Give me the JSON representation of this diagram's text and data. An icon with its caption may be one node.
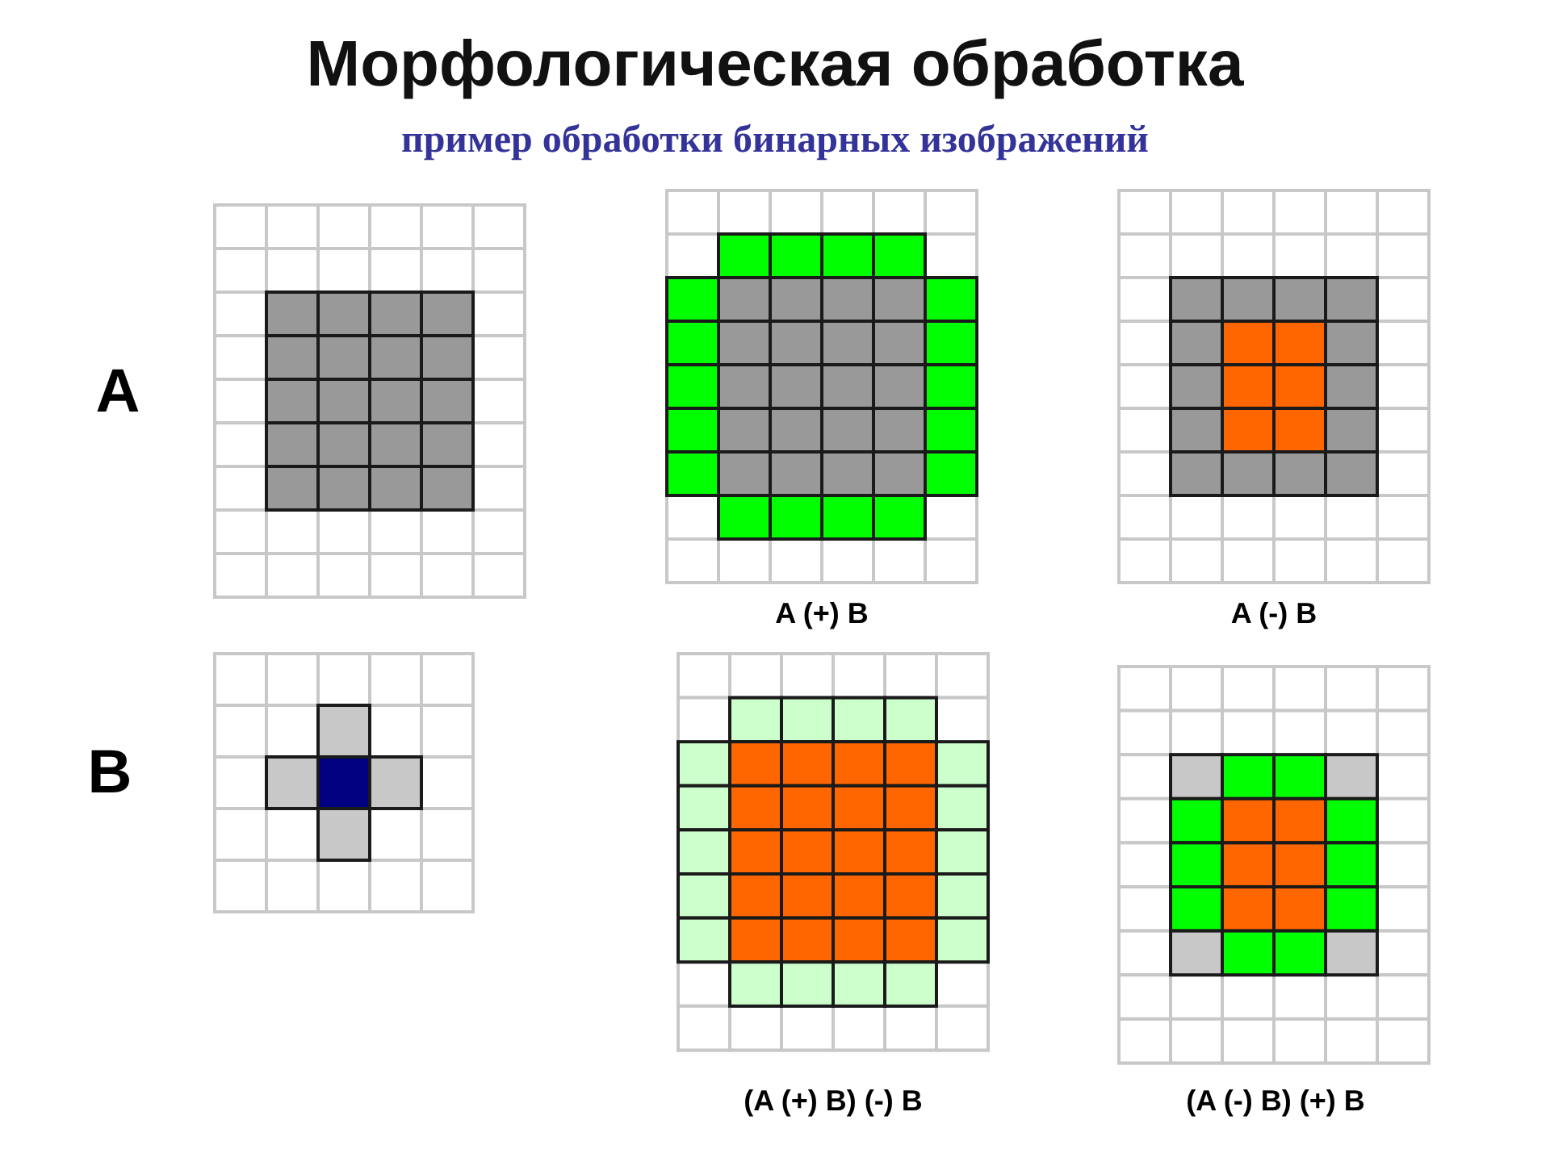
{
  "diagram": {
    "title": "Морфологическая обработка",
    "labels": [
      "пример обработки бинарных изображений",
      "A",
      "A (+) B",
      "A (-) B",
      "B",
      "(A (+) B) (-) B",
      "(A (-) B) (+) B"
    ]
  }
}
